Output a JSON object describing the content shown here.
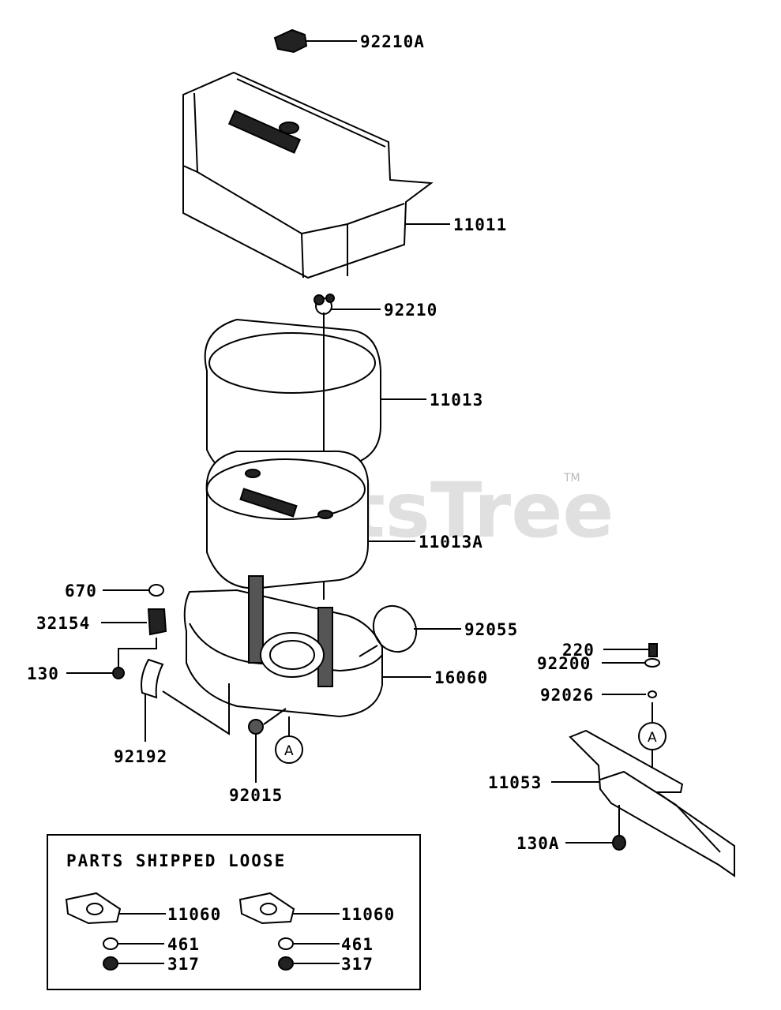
{
  "watermark": {
    "text": "PartsTree",
    "tm": "TM"
  },
  "callouts": {
    "p92210A": "92210A",
    "p11011": "11011",
    "p92210": "92210",
    "p11013": "11013",
    "p11013A": "11013A",
    "p670": "670",
    "p32154": "32154",
    "p130": "130",
    "p92192": "92192",
    "p92055": "92055",
    "p16060": "16060",
    "p92015": "92015",
    "p220": "220",
    "p92200": "92200",
    "p92026": "92026",
    "p11053": "11053",
    "p130A": "130A"
  },
  "refs": {
    "left": "A",
    "right": "A"
  },
  "loose_box": {
    "title": "PARTS SHIPPED LOOSE",
    "left": {
      "gasket": "11060",
      "nut": "461",
      "bolt": "317"
    },
    "right": {
      "gasket": "11060",
      "nut": "461",
      "bolt": "317"
    }
  }
}
